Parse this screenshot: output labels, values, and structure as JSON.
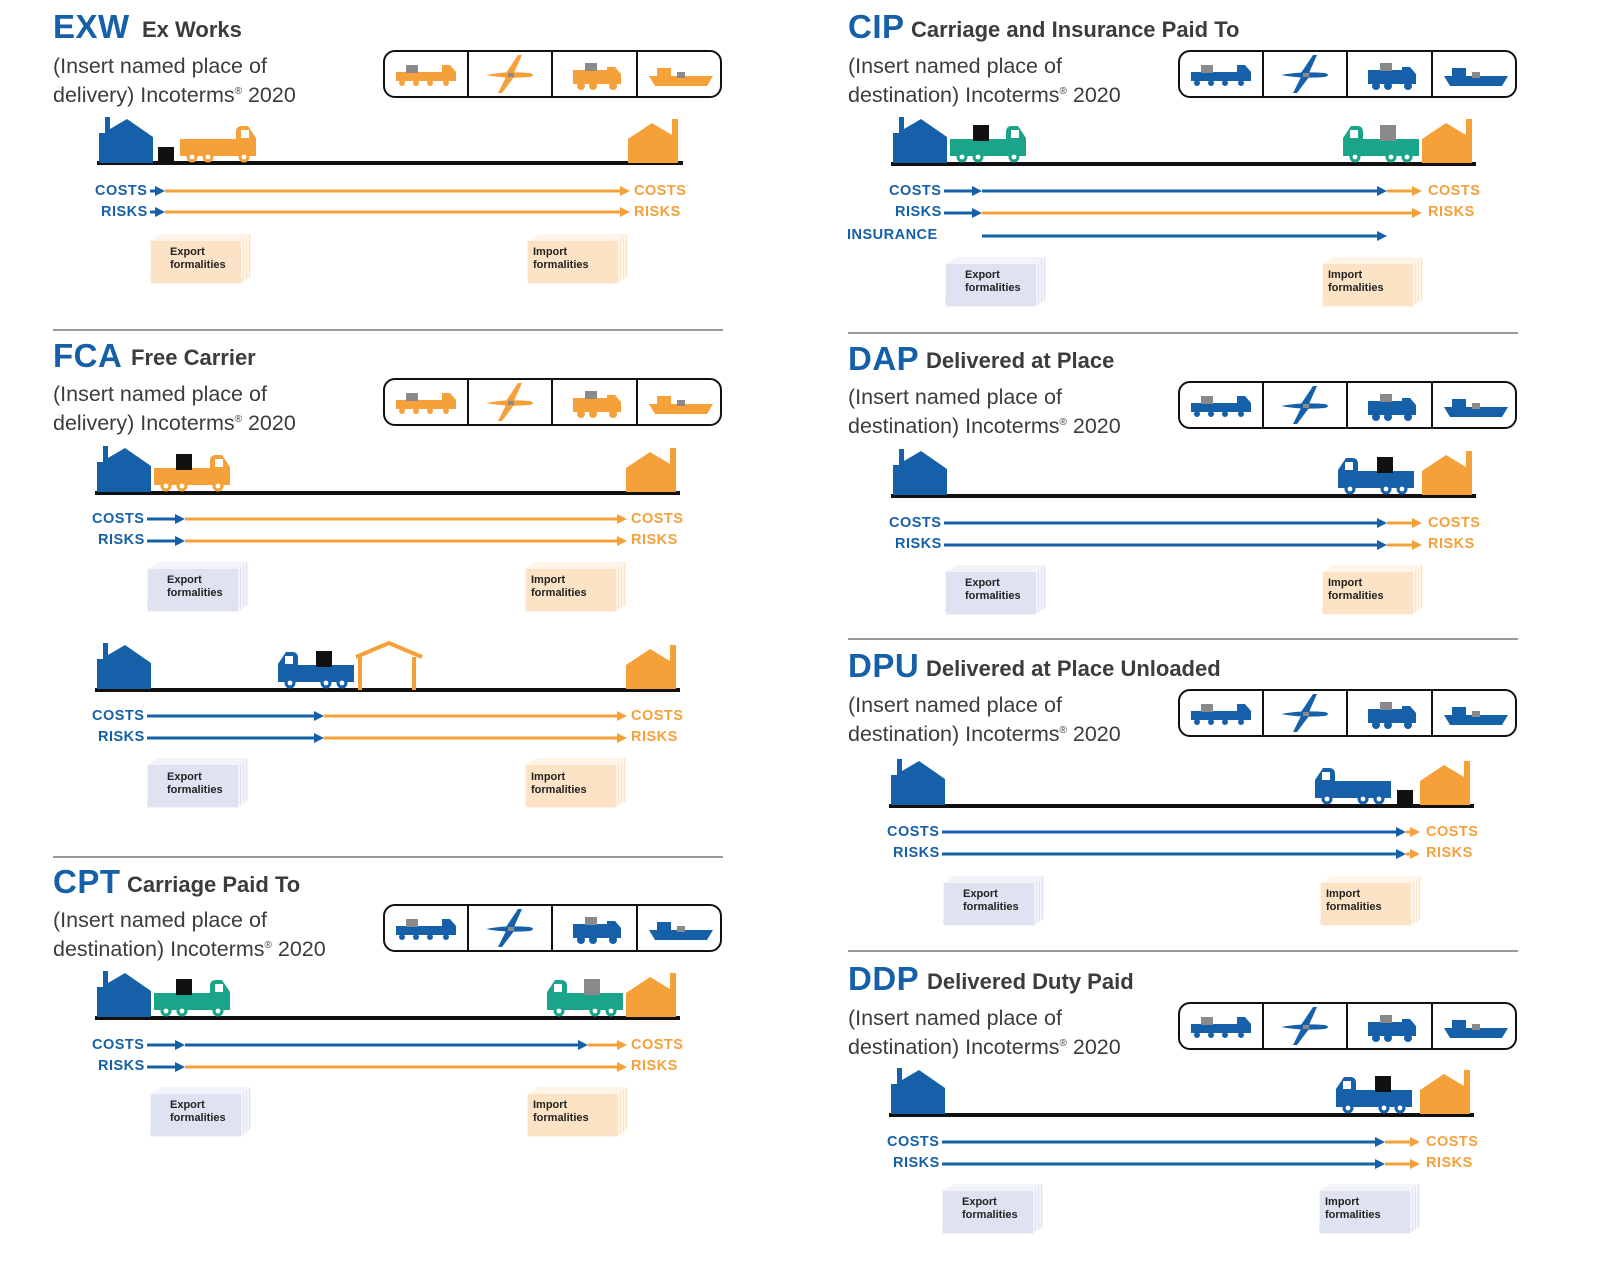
{
  "terms": [
    {
      "abbr": "EXW",
      "name": "Ex Works",
      "line1": "(Insert named place of",
      "line2": "delivery) Incoterms",
      "line2b": " 2020",
      "mark": "®"
    },
    {
      "abbr": "FCA",
      "name": "Free Carrier",
      "line1": "(Insert named place of",
      "line2": "delivery) Incoterms",
      "line2b": " 2020",
      "mark": "®"
    },
    {
      "abbr": "CPT",
      "name": "Carriage Paid To",
      "line1": "(Insert named place of",
      "line2": "destination) Incoterms",
      "line2b": " 2020",
      "mark": "®"
    },
    {
      "abbr": "CIP",
      "name": "Carriage and Insurance Paid To",
      "line1": "(Insert named place of",
      "line2": "destination) Incoterms",
      "line2b": " 2020",
      "mark": "®"
    },
    {
      "abbr": "DAP",
      "name": "Delivered at Place",
      "line1": "(Insert named place of",
      "line2": "destination) Incoterms",
      "line2b": " 2020",
      "mark": "®"
    },
    {
      "abbr": "DPU",
      "name": "Delivered at Place Unloaded",
      "line1": "(Insert named place of",
      "line2": "destination) Incoterms",
      "line2b": " 2020",
      "mark": "®"
    },
    {
      "abbr": "DDP",
      "name": "Delivered Duty Paid",
      "line1": "(Insert named place of",
      "line2": "destination) Incoterms",
      "line2b": " 2020",
      "mark": "®"
    }
  ],
  "labels": {
    "costs": "COSTS",
    "risks": "RISKS",
    "insurance": "INSURANCE"
  },
  "docs": {
    "export1": "Export",
    "export2": "formalities",
    "import1": "Import",
    "import2": "formalities"
  },
  "transport_modes": [
    "truck-train-icon",
    "airplane-icon",
    "truck-icon",
    "ship-icon"
  ],
  "colors": {
    "blue": "#1560a8",
    "orange": "#f6a03a",
    "teal": "#1aa58a",
    "export_doc": "#dfe3f1",
    "import_doc": "#fde3c6"
  }
}
